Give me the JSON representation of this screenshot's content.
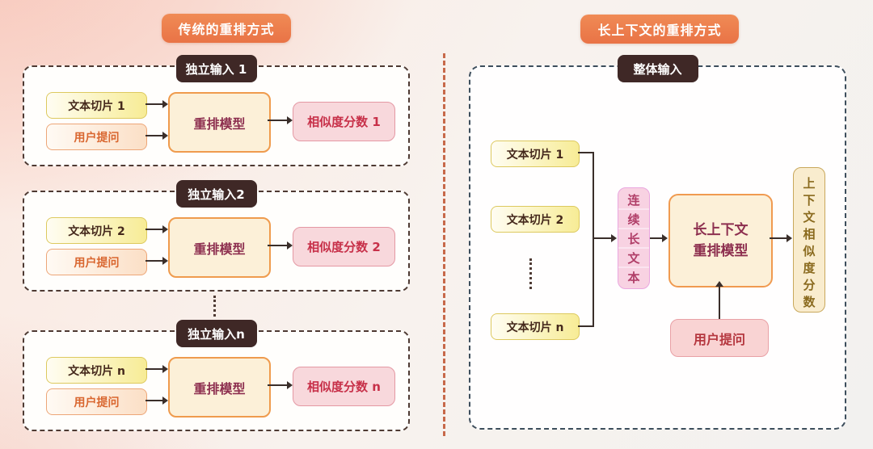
{
  "left_panel": {
    "title": "传统的重排方式",
    "groups": [
      {
        "header": "独立输入 1",
        "chunk": "文本切片 1",
        "query": "用户提问",
        "model": "重排模型",
        "score": "相似度分数 1"
      },
      {
        "header": "独立输入2",
        "chunk": "文本切片 2",
        "query": "用户提问",
        "model": "重排模型",
        "score": "相似度分数 2"
      },
      {
        "header": "独立输入n",
        "chunk": "文本切片 n",
        "query": "用户提问",
        "model": "重排模型",
        "score": "相似度分数 n"
      }
    ]
  },
  "right_panel": {
    "title": "长上下文的重排方式",
    "header": "整体输入",
    "chunks": [
      "文本切片 1",
      "文本切片 2",
      "文本切片 n"
    ],
    "concat_text": "连续长文本",
    "model_line1": "长上下文",
    "model_line2": "重排模型",
    "output_text": "上下文相似度分数",
    "query": "用户提问"
  },
  "colors": {
    "accent_orange_badge": "#EA7A4B",
    "dark_header": "#3F2826",
    "left_dashed_border": "#4E3A33",
    "right_dashed_border": "#3D4E5C",
    "divider_orange": "#C7694A",
    "chunk_fill": "#F7EC96",
    "chunk_border": "#DDC95F",
    "chunk_text": "#45291C",
    "query_fill": "#FBDFC6",
    "query_border": "#EDA678",
    "query_text": "#D9662F",
    "model_fill": "#FCF0D8",
    "model_border": "#EF9B4D",
    "model_text": "#8D2F4F",
    "score_fill": "#F8D8DC",
    "score_border": "#E498A3",
    "score_text": "#C73049",
    "concat_fill": "#F8D2E2",
    "concat_border": "#EAA7DF",
    "concat_text": "#B03E68",
    "output_fill": "#F9ECCE",
    "output_border": "#C9A85C",
    "output_text": "#8A6A1E",
    "query_right_fill": "#F9D3D3",
    "query_right_border": "#E9A1A6",
    "query_right_text": "#B5373F",
    "arrow": "#3A2E2A"
  }
}
